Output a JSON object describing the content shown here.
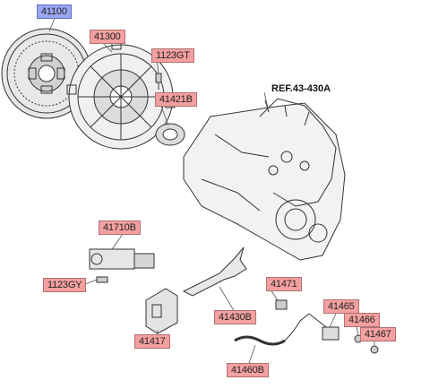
{
  "parts": {
    "p41100": "41100",
    "p41300": "41300",
    "p1123GT": "1123GT",
    "p41421B": "41421B",
    "p41710B": "41710B",
    "p1123GY": "1123GY",
    "p41417": "41417",
    "p41430B": "41430B",
    "p41471": "41471",
    "p41460B": "41460B",
    "p41465": "41465",
    "p41466": "41466",
    "p41467": "41467"
  },
  "reference": "REF.43-430A",
  "colors": {
    "tag": "#f4a0a0",
    "tag_selected": "#9aa6f2",
    "line": "#333333"
  }
}
